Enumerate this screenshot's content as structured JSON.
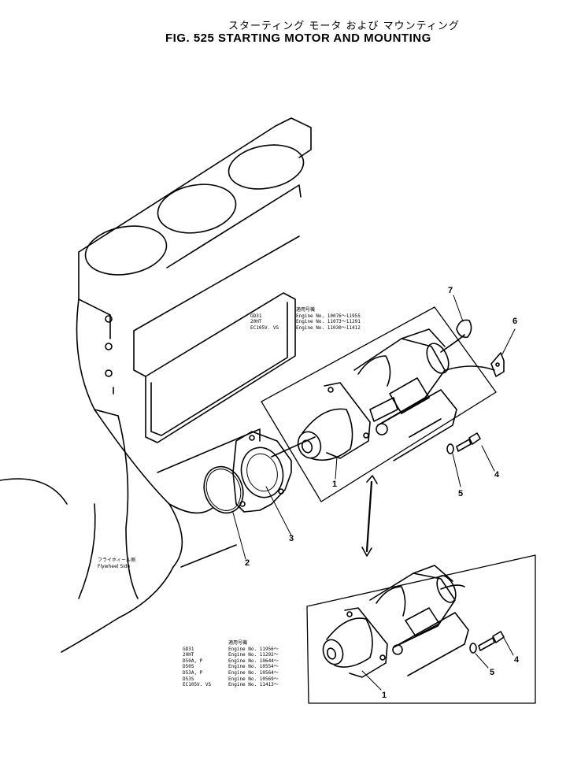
{
  "figure": {
    "title_jp": "スターティング モータ および マウンティング",
    "title_en": "FIG. 525 STARTING MOTOR AND MOUNTING"
  },
  "side_label": {
    "jp": "フライホィール側",
    "en": "Flywheel Side"
  },
  "callouts": [
    "7",
    "6",
    "4",
    "5",
    "3",
    "2",
    "1",
    "4",
    "5",
    "1"
  ],
  "table_upper": {
    "header": "適用号機",
    "rows": [
      {
        "model": "GD31",
        "engine": "Engine No. 10076～11955"
      },
      {
        "model": "20HT",
        "engine": "Engine No. 11073～11291"
      },
      {
        "model": "EC105V. VS",
        "engine": "Engine No. 11030～11412"
      }
    ]
  },
  "table_lower": {
    "header": "適用号機",
    "rows": [
      {
        "model": "GD31",
        "engine": "Engine No. 11956～"
      },
      {
        "model": "20HT",
        "engine": "Engine No. 11292～"
      },
      {
        "model": "D50A, P",
        "engine": "Engine No. 10644～"
      },
      {
        "model": "D50S",
        "engine": "Engine No. 10554～"
      },
      {
        "model": "D53A, P",
        "engine": "Engine No. 10564～"
      },
      {
        "model": "D53S",
        "engine": "Engine No. 10569～"
      },
      {
        "model": "EC105V. VS",
        "engine": "Engine No. 11413～"
      }
    ]
  }
}
